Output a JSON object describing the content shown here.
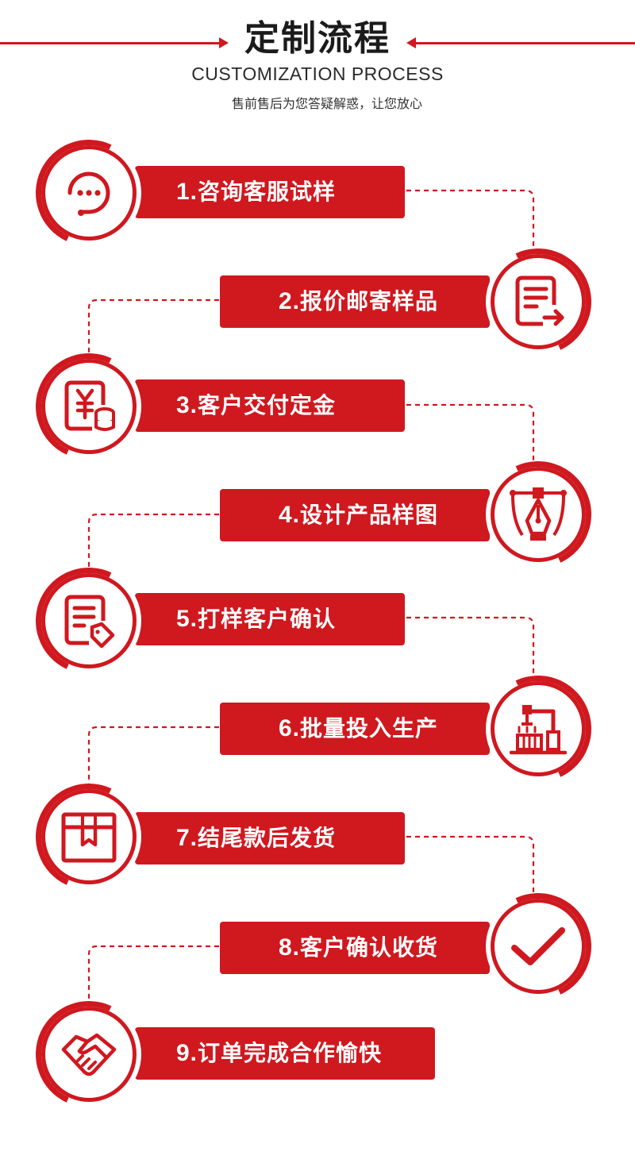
{
  "header": {
    "title": "定制流程",
    "subtitle": "CUSTOMIZATION PROCESS",
    "tagline": "售前售后为您答疑解惑，让您放心"
  },
  "colors": {
    "accent": "#d0181f",
    "text": "#1b1b1b",
    "background": "#ffffff"
  },
  "steps": [
    {
      "num": "1.",
      "label": "咨询客服试样",
      "icon": "chat-bubble-icon"
    },
    {
      "num": "2.",
      "label": "报价邮寄样品",
      "icon": "document-send-icon"
    },
    {
      "num": "3.",
      "label": "客户交付定金",
      "icon": "yuan-coins-icon"
    },
    {
      "num": "4.",
      "label": "设计产品样图",
      "icon": "pen-tool-icon"
    },
    {
      "num": "5.",
      "label": "打样客户确认",
      "icon": "document-tag-icon"
    },
    {
      "num": "6.",
      "label": "批量投入生产",
      "icon": "factory-robot-icon"
    },
    {
      "num": "7.",
      "label": "结尾款后发货",
      "icon": "package-box-icon"
    },
    {
      "num": "8.",
      "label": "客户确认收货",
      "icon": "checkmark-icon"
    },
    {
      "num": "9.",
      "label": "订单完成合作愉快",
      "icon": "handshake-icon"
    }
  ]
}
